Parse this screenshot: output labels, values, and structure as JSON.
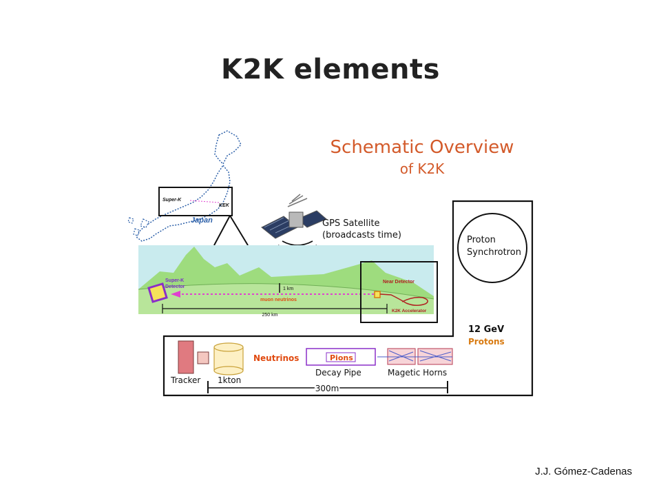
{
  "title": "K2K elements",
  "author": "J.J. Gómez-Cadenas",
  "overview": {
    "title_line1": "Schematic Overview",
    "title_line2": "of K2K"
  },
  "map": {
    "inset_superk": "Super-K",
    "inset_kek": "KEK",
    "country": "Japan"
  },
  "satellite": {
    "line1": "GPS Satellite",
    "line2": "(broadcasts time)"
  },
  "profile": {
    "superk_line1": "Super-K",
    "superk_line2": "Detector",
    "near_detector": "Near Detector",
    "beam": "muon neutrinos",
    "depth": "1 km",
    "distance": "250 km",
    "accelerator": "K2K Accelerator"
  },
  "ring": {
    "line1": "Proton",
    "line2": "Synchrotron"
  },
  "beamline": {
    "energy": "12 GeV",
    "protons": "Protons",
    "neutrinos": "Neutrinos",
    "pions": "Pions",
    "tracker": "Tracker",
    "tank": "1kton",
    "decay_pipe": "Decay Pipe",
    "horns": "Magetic Horns",
    "length": "300m"
  },
  "colors": {
    "overview_title": "#d35a2a",
    "sky": "#c9ebee",
    "mountain": "#9edc7e",
    "ground": "#b8e59a",
    "beam": "#e040d0",
    "neutrino_label": "#e04a10",
    "pions": "#8a2ec8",
    "tracker": "#e07a80",
    "accelerator": "#b02020"
  }
}
